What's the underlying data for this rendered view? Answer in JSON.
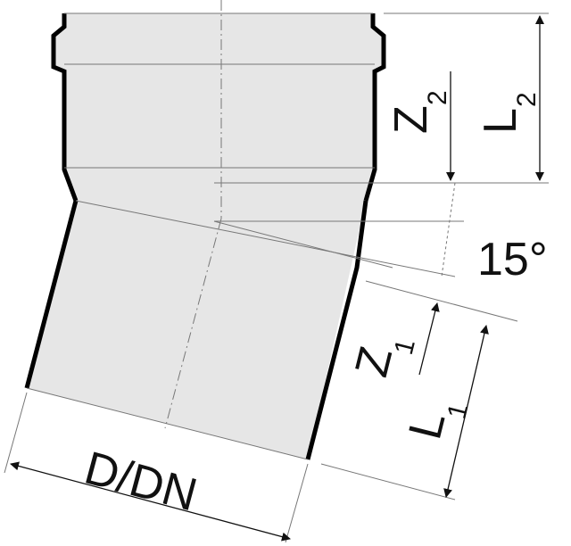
{
  "labels": {
    "z2": "Z",
    "z2_sub": "2",
    "l2": "L",
    "l2_sub": "2",
    "angle": "15°",
    "z1": "Z",
    "z1_sub": "1",
    "l1": "L",
    "l1_sub": "1",
    "diameter": "D/DN"
  },
  "colors": {
    "fill": "#e6e6e6",
    "outline": "#000000"
  }
}
